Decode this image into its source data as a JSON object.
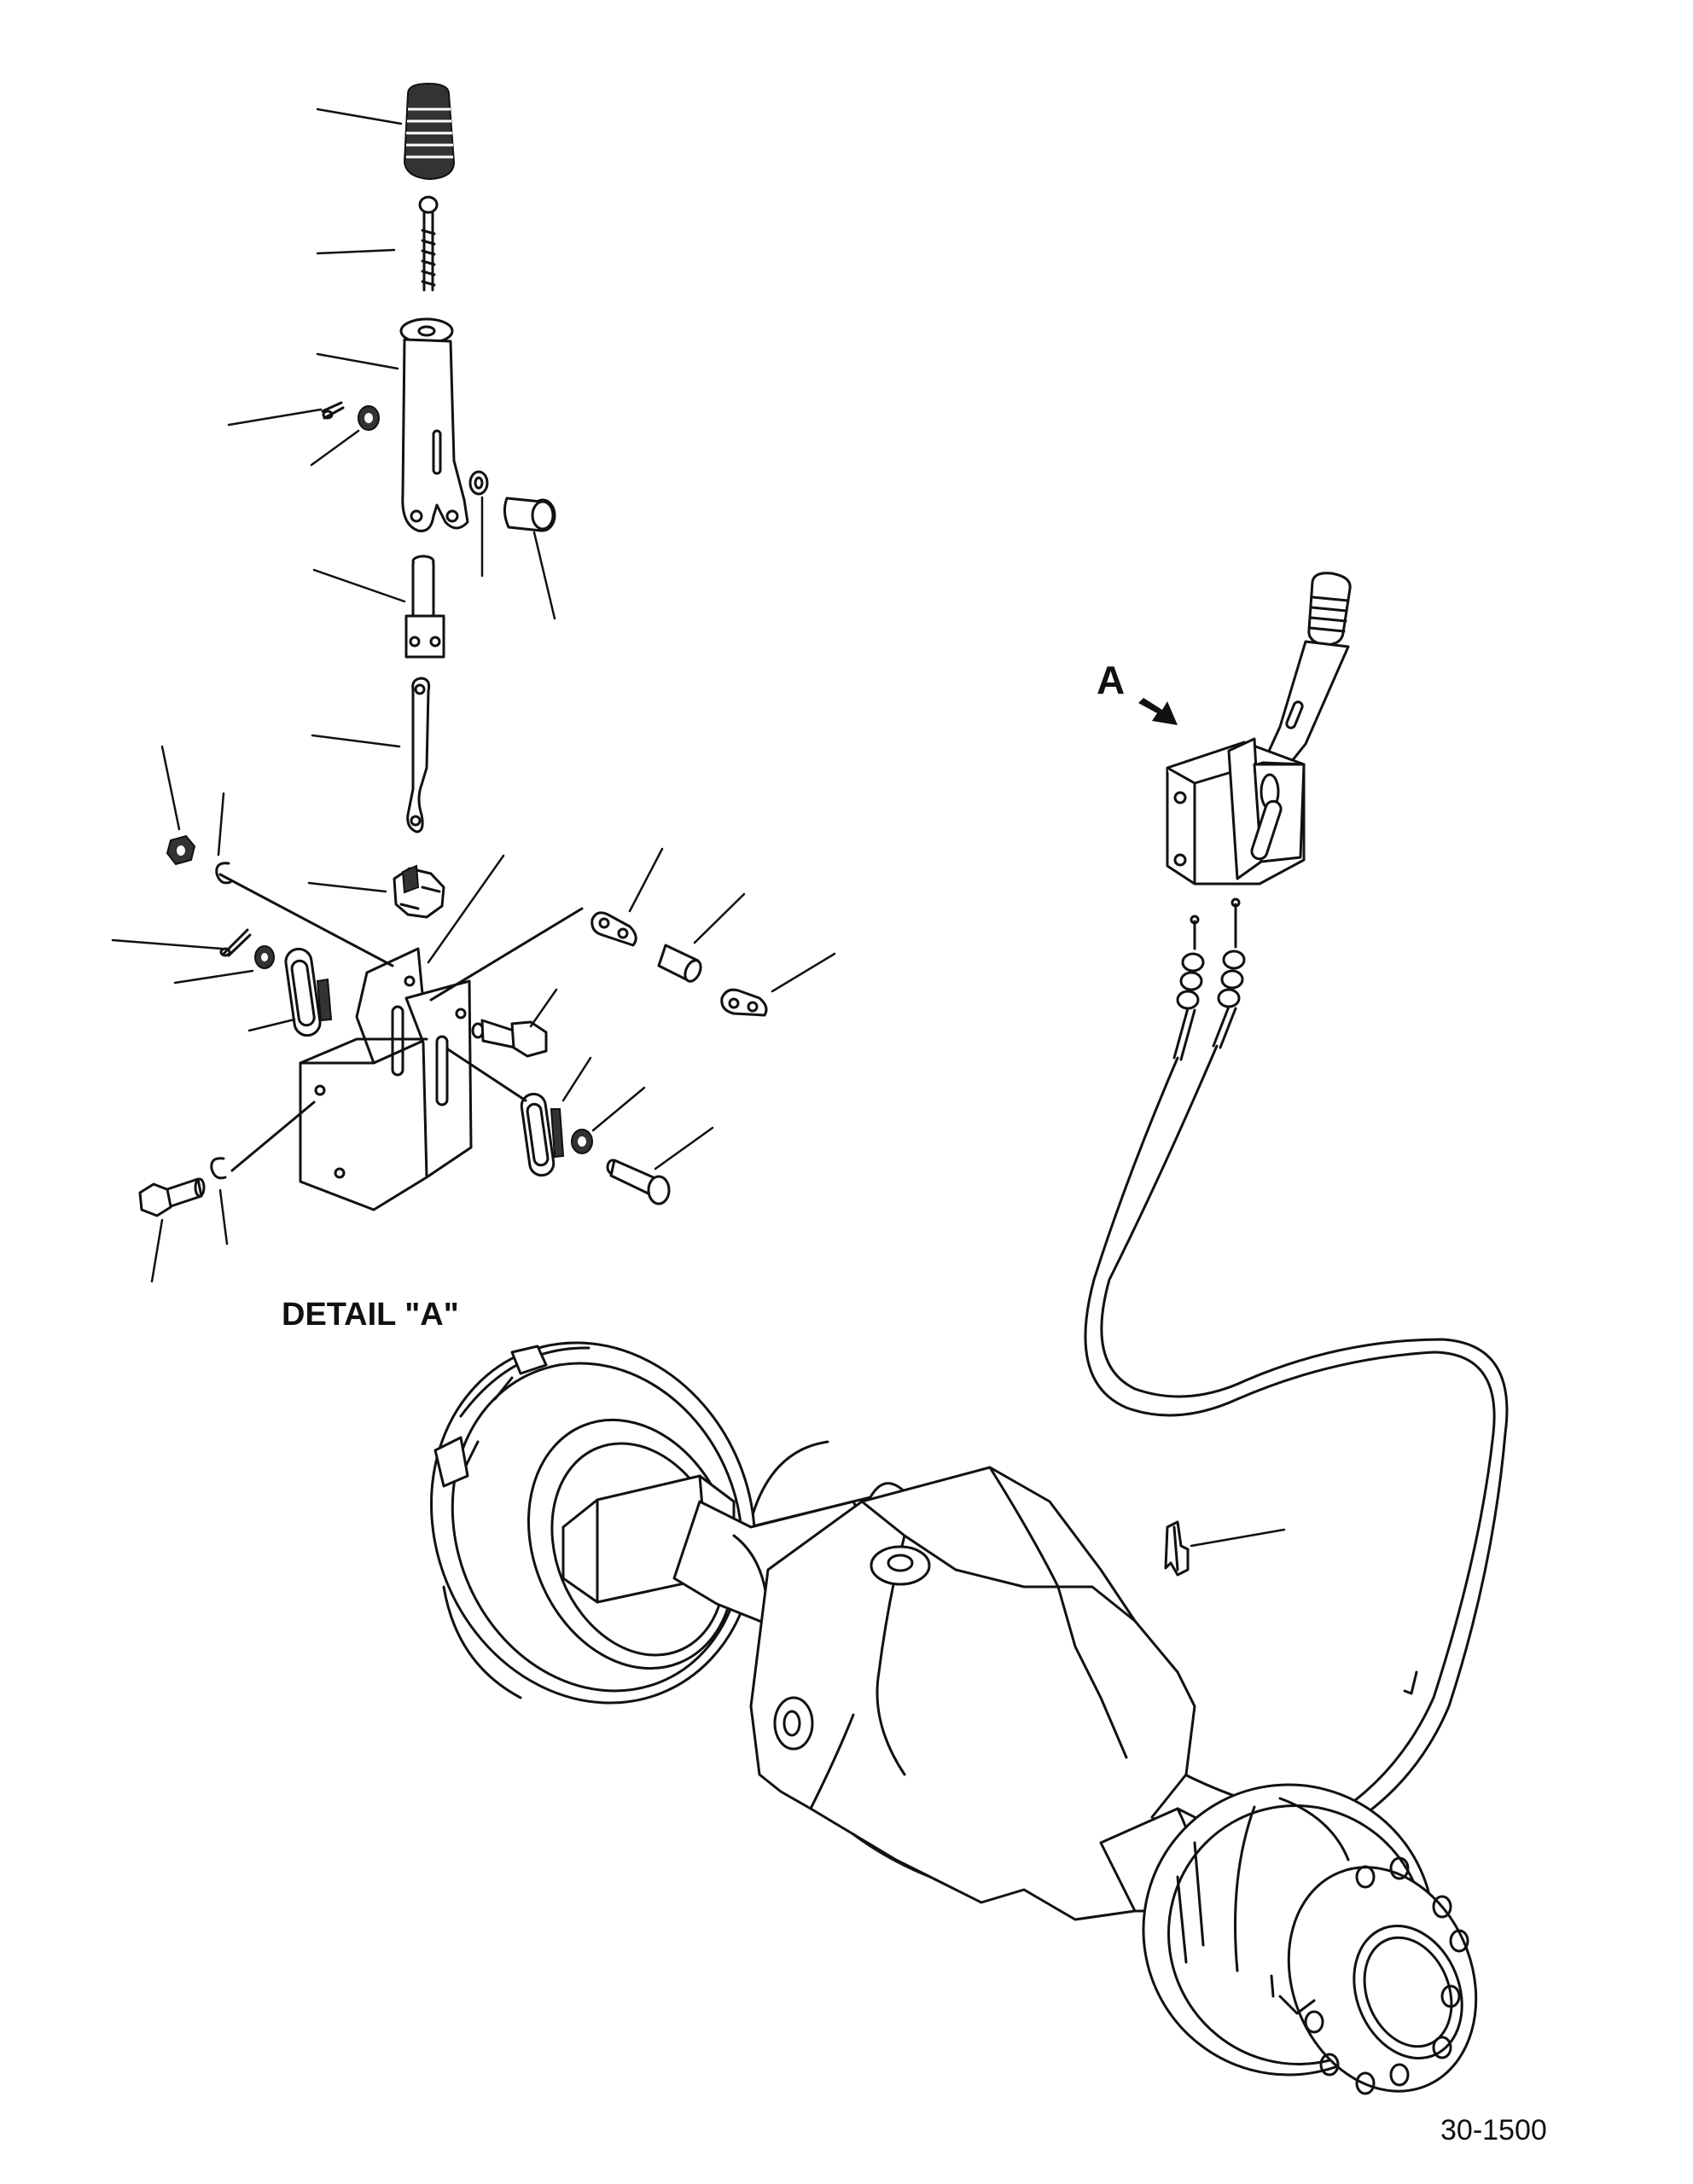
{
  "detail_title": "DETAIL \"A\"",
  "view_letter": "A",
  "figure_number": "30-1500",
  "colors": {
    "ink": "#111111",
    "paper": "#ffffff"
  }
}
